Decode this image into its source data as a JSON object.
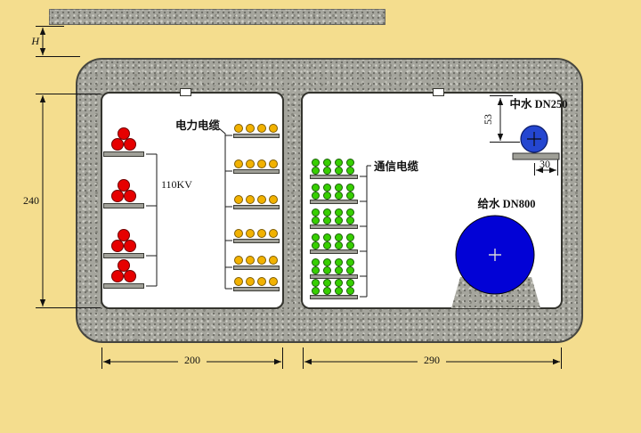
{
  "labels": {
    "power_cable": "电力电缆",
    "voltage": "110KV",
    "comm_cable": "通信电缆",
    "reclaimed_water": "中水 DN250",
    "water_supply": "给水 DN800"
  },
  "dimensions": {
    "cover_depth": "H",
    "inner_height": "240",
    "left_span": "200",
    "right_span": "290",
    "offset_53": "53",
    "offset_30": "30"
  },
  "cables": {
    "power_110kv": {
      "bundles": 4,
      "cables_per_bundle": 3,
      "fill": "#e60000",
      "edge": "#700000"
    },
    "power_trays": {
      "trays": 6,
      "cables_per_tray": 4,
      "fill": "#f2b200",
      "edge": "#7e5c00"
    },
    "comm_trays": {
      "trays": 6,
      "rows_per_tray": 2,
      "cables_per_row": 4,
      "fill": "#37cf00",
      "edge": "#176000"
    }
  },
  "pipes": {
    "reclaimed_fill": "#2446d0",
    "supply_fill": "#0202d6"
  },
  "colors": {
    "canvas": "#f4dd8e",
    "concrete": "#a5a59d",
    "chamber": "#ffffff"
  }
}
